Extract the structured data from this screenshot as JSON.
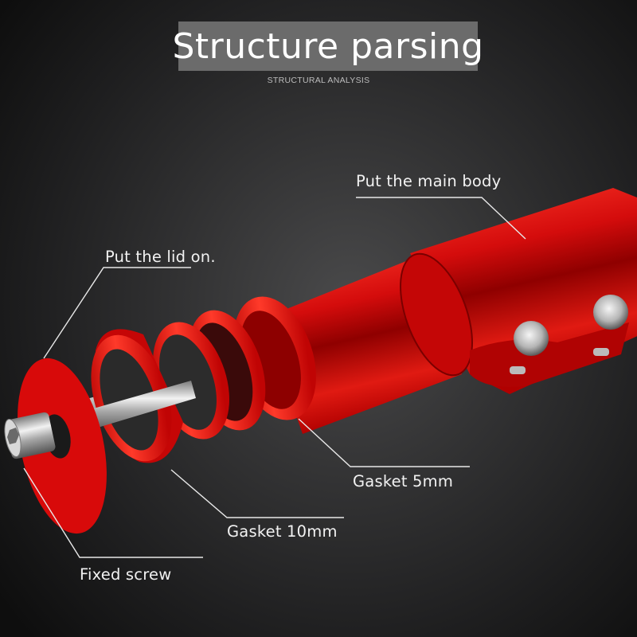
{
  "header": {
    "title": "Structure parsing",
    "subtitle": "STRUCTURAL ANALYSIS"
  },
  "colors": {
    "part_red": "#e01010",
    "part_red_dark": "#8a0000",
    "part_red_light": "#ff4a3a",
    "steel": "#c9c9c9",
    "callout_line": "#e8e8e8",
    "title_box": "#6b6b6b"
  },
  "callouts": [
    {
      "id": "main-body",
      "label": "Put the main body"
    },
    {
      "id": "lid",
      "label": "Put the lid on."
    },
    {
      "id": "gasket-5mm",
      "label": "Gasket 5mm"
    },
    {
      "id": "gasket-10mm",
      "label": "Gasket 10mm"
    },
    {
      "id": "fixed-screw",
      "label": "Fixed screw"
    }
  ],
  "parts": [
    "main-body",
    "clamp-bolts",
    "gasket-5mm",
    "gasket-thin",
    "gasket-10mm",
    "top-cap-lid",
    "bolt"
  ]
}
